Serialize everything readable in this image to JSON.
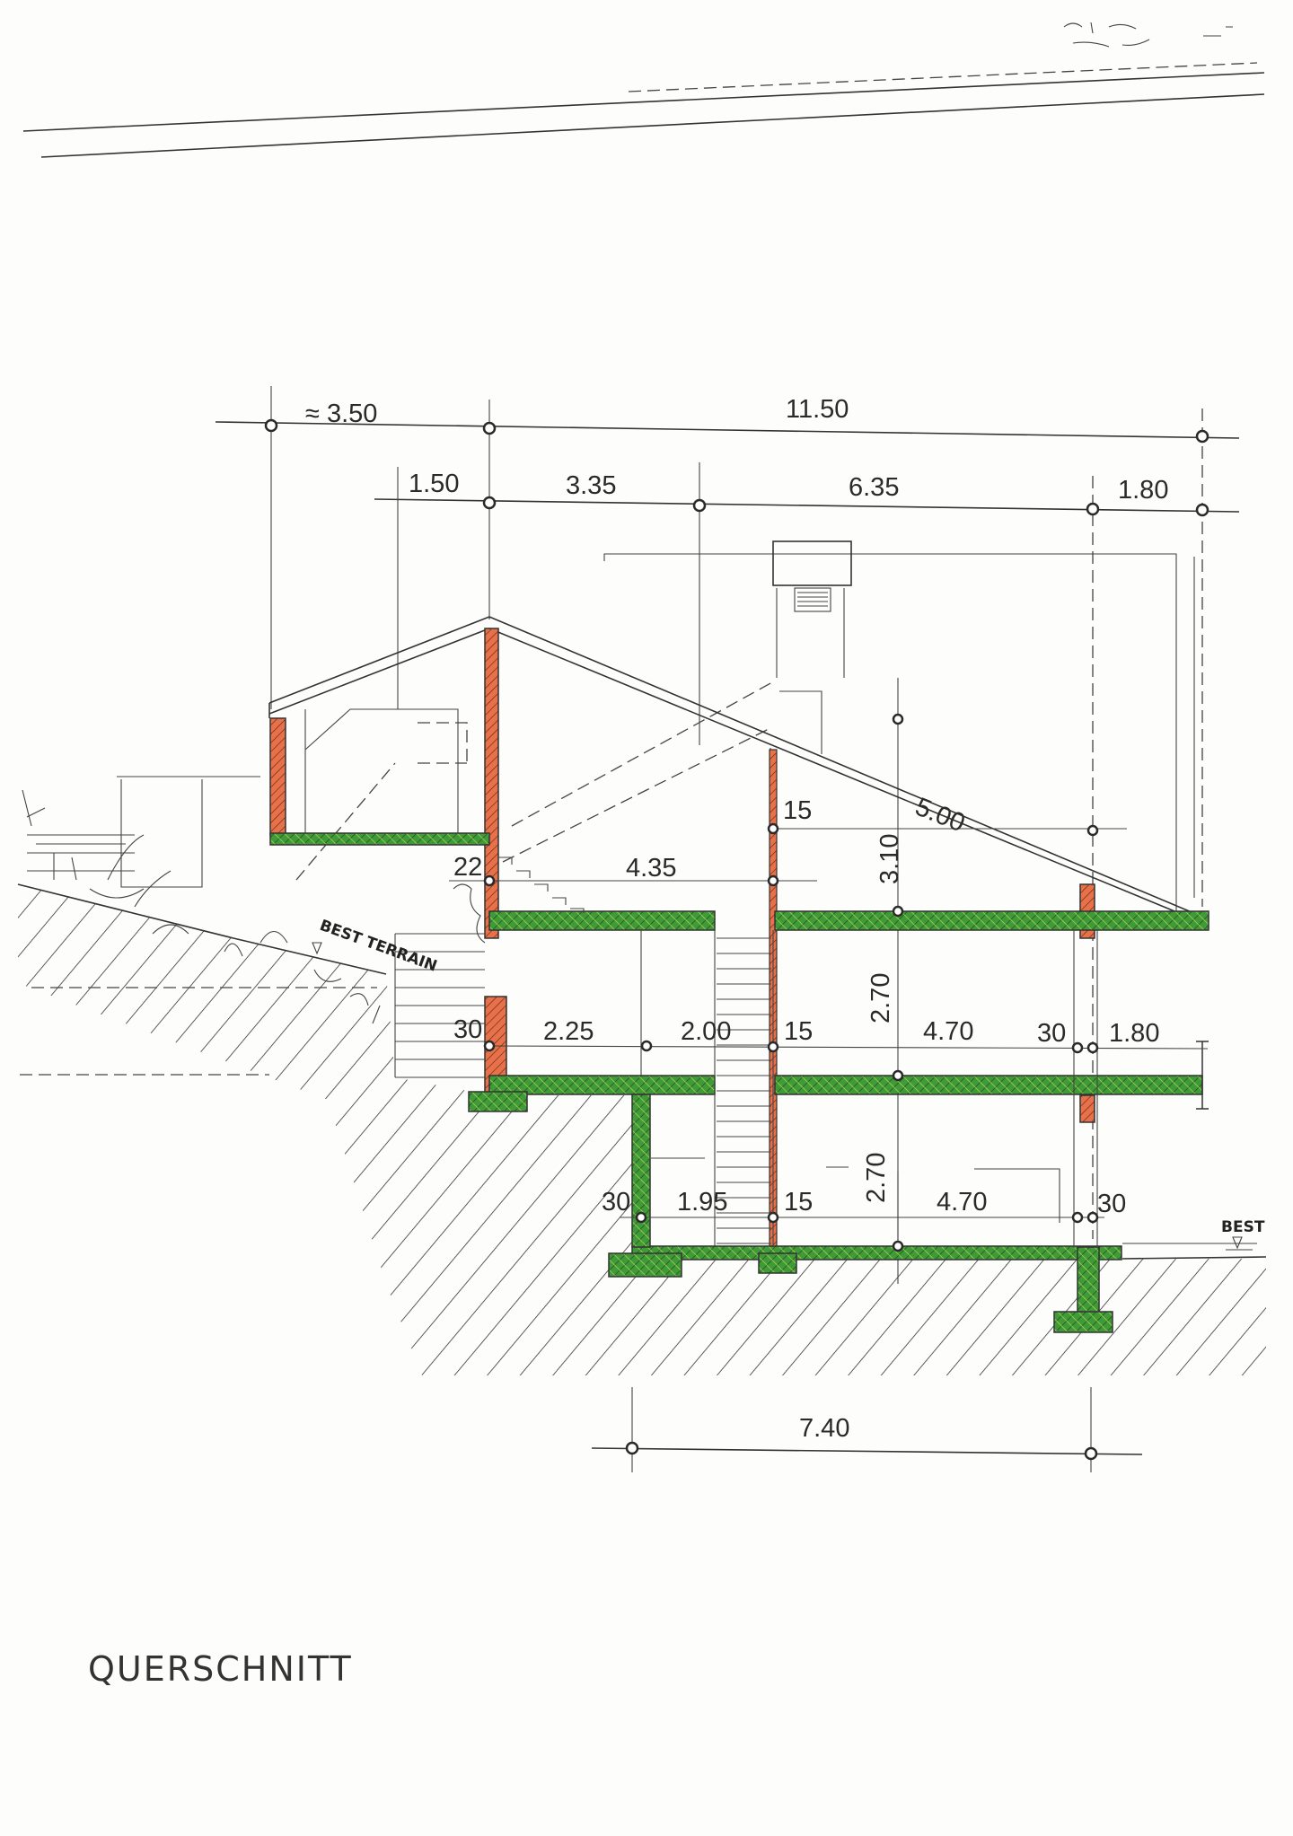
{
  "drawing": {
    "title": "QUERSCHNITT",
    "terrain_label": "BEST TERRAIN",
    "terrain_label_right": "BEST",
    "colors": {
      "concrete": "#3f9b3a",
      "masonry": "#e8714a",
      "ground_hatch": "#333333"
    }
  },
  "dimensions": {
    "top_row": {
      "left": "≈ 3.50",
      "main": "11.50"
    },
    "second_row": {
      "a": "1.50",
      "b": "3.35",
      "c": "6.35",
      "d": "1.80"
    },
    "attic": {
      "wall": "15",
      "roof": "5.00",
      "height": "3.10",
      "ext_wall": "22",
      "span": "4.35"
    },
    "ground_floor": {
      "ext_wall": "30",
      "a": "2.25",
      "stair": "2.00",
      "wall": "15",
      "height": "2.70",
      "b": "4.70",
      "col": "30",
      "cantilever": "1.80"
    },
    "basement": {
      "ext_wall": "30",
      "a": "1.95",
      "wall": "15",
      "height": "2.70",
      "b": "4.70",
      "col": "30"
    },
    "bottom": {
      "width": "7.40"
    }
  }
}
